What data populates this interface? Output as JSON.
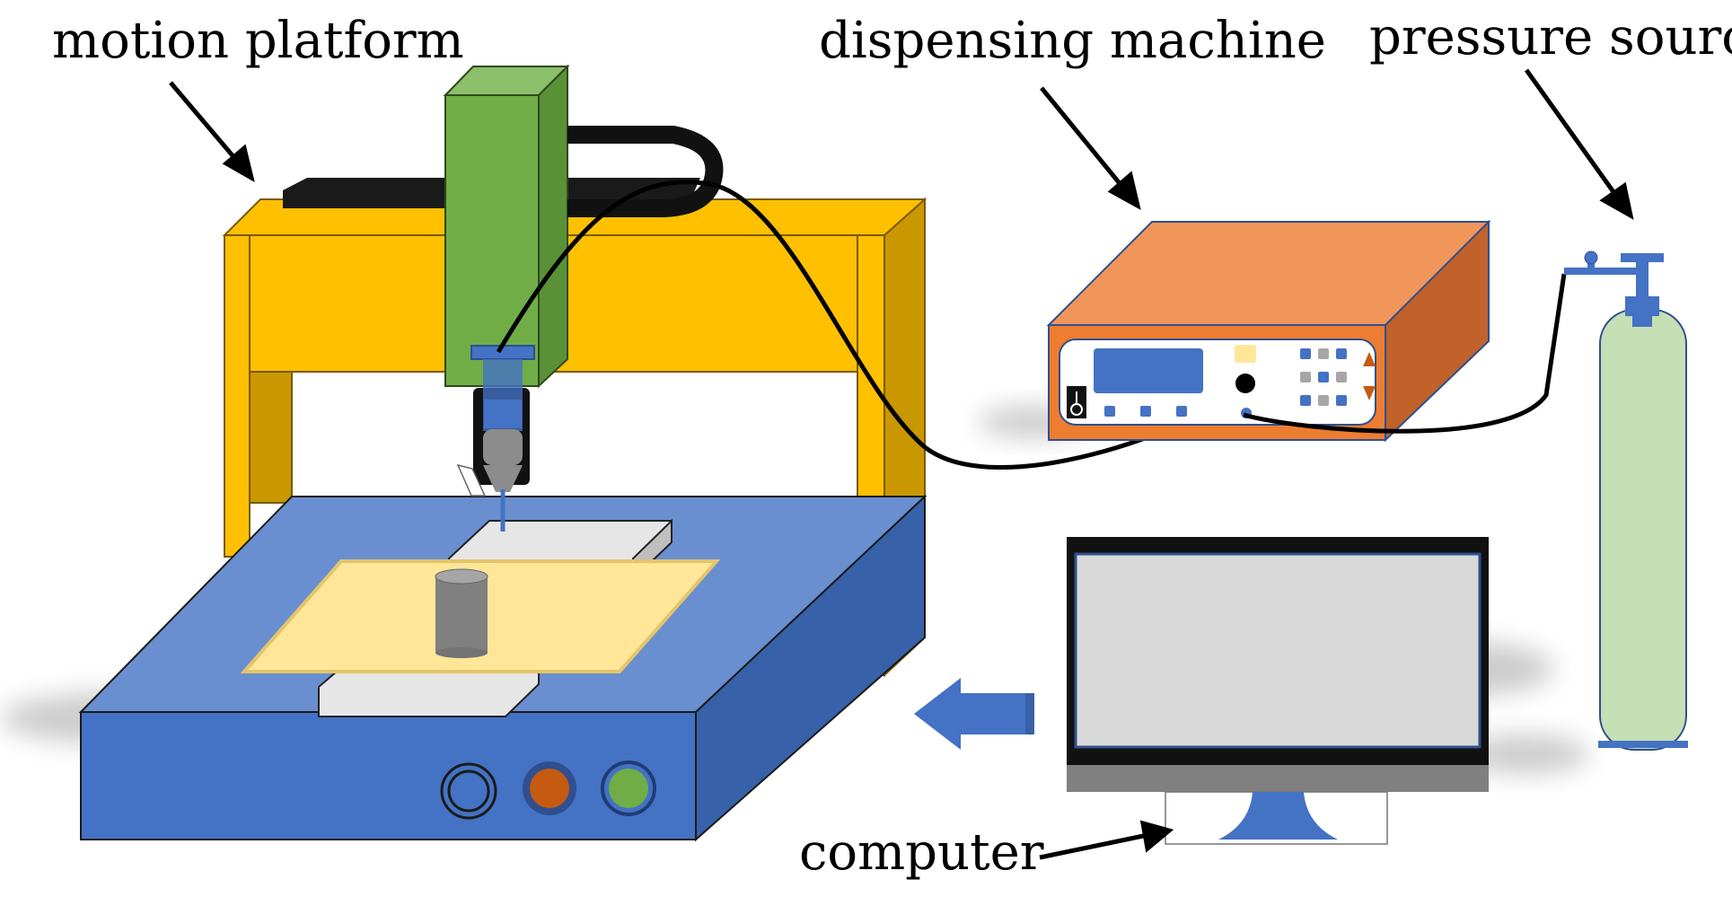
{
  "labels": {
    "motion_platform": "motion platform",
    "dispensing_machine": "dispensing machine",
    "pressure_source": "pressure source",
    "computer": "computer"
  },
  "colors": {
    "frame_yellow": "#FFC000",
    "frame_yellow_dark": "#C99700",
    "base_blue": "#4472C4",
    "base_blue_top": "#6A8FD0",
    "base_blue_dark": "#3761A8",
    "head_green": "#70AD47",
    "head_green_dark": "#5A9136",
    "dispenser_orange": "#ED7D31",
    "dispenser_top": "#F0965A",
    "dispenser_side": "#C0622A",
    "cylinder_green": "#C5E0B4",
    "screen_gray": "#D9D9D9",
    "substrate_yellow": "#FFE699"
  },
  "icons": [
    "arrow-left-icon",
    "pointer-arrow-icon",
    "pressure-gauge-icon"
  ]
}
